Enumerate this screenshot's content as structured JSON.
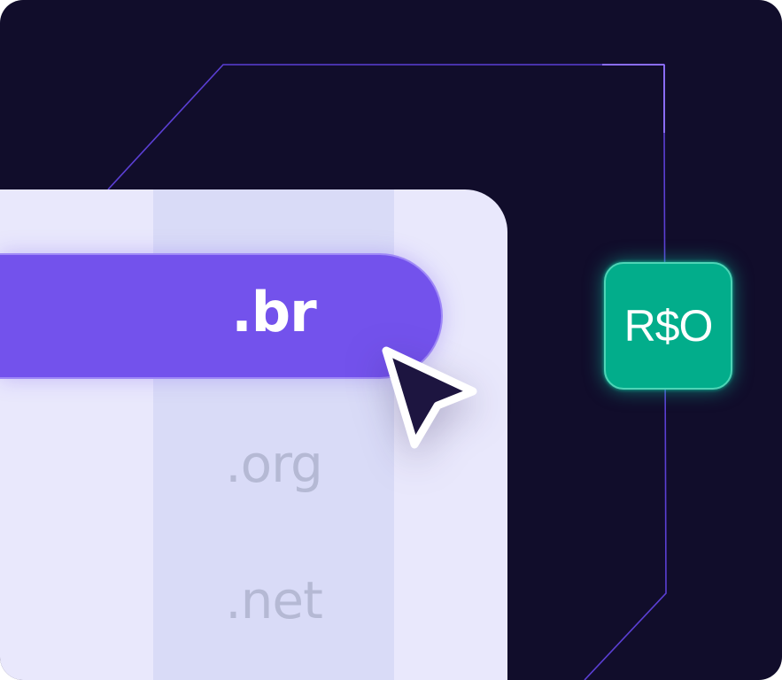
{
  "domains": {
    "selected": ".br",
    "options": [
      ".org",
      ".net"
    ]
  },
  "price_badge": {
    "text": "R$O"
  },
  "colors": {
    "background": "#110d2b",
    "panel": "#e9e8fc",
    "column_highlight": "#d9dbf7",
    "selected_bar": "#7352ec",
    "circuit_line": "#5b3fd4",
    "price_badge": "#02ad8b",
    "cursor": "#1d1540"
  },
  "icons": {
    "cursor": "mouse-pointer-arrow-icon"
  }
}
